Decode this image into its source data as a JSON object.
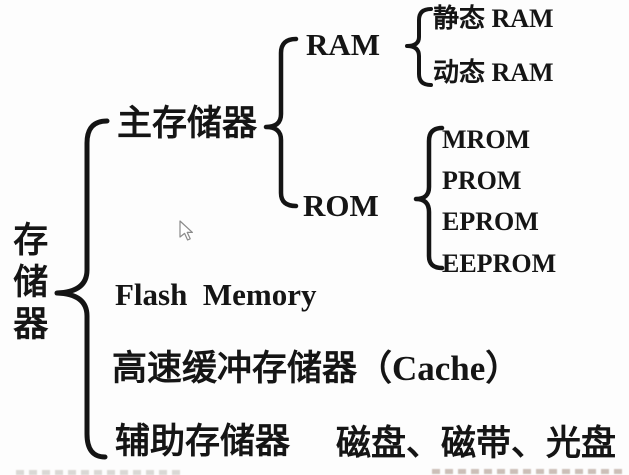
{
  "diagram": {
    "title_hint": "memory classification tree",
    "root_label": "存储器",
    "main_memory": {
      "label": "主存储器",
      "ram": {
        "label": "RAM",
        "children": [
          "静态 RAM",
          "动态 RAM"
        ]
      },
      "rom": {
        "label": "ROM",
        "children": [
          "MROM",
          "PROM",
          "EPROM",
          "EEPROM"
        ]
      }
    },
    "flash_label": "Flash  Memory",
    "cache_label": "高速缓冲存储器（Cache）",
    "auxiliary": {
      "label": "辅助存储器",
      "examples": "磁盘、磁带、光盘"
    }
  },
  "colors": {
    "text": "#151515",
    "background": "#fdfdfd"
  }
}
